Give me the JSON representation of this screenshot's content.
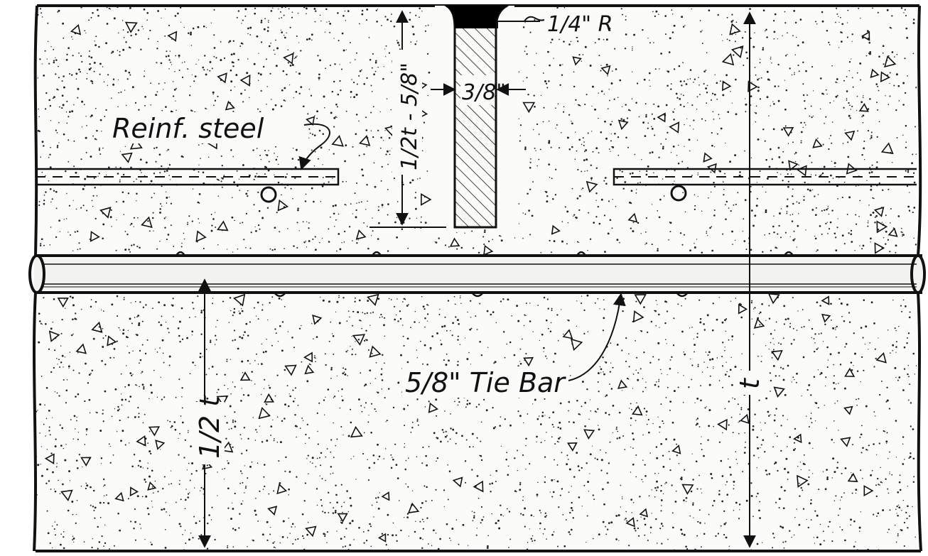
{
  "labels": {
    "reinf_steel": "Reinf. steel",
    "radius": "1/4\" R",
    "groove_width": "3/8\"",
    "groove_depth": "1/2t - 5/8\"",
    "tie_bar": "5/8\" Tie Bar",
    "half_thickness": "1/2 t",
    "thickness": "t"
  },
  "colors": {
    "ink": "#111111",
    "concrete": "#fbfbf9",
    "sealant": "#000000"
  }
}
